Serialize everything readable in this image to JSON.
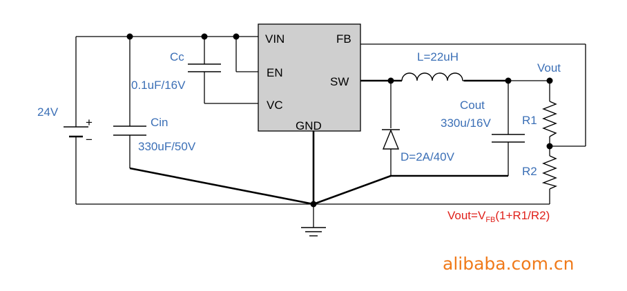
{
  "ic": {
    "pins": {
      "vin": "VIN",
      "en": "EN",
      "vc": "VC",
      "fb": "FB",
      "sw": "SW",
      "gnd": "GND"
    },
    "fill": "#cfcfcf"
  },
  "components": {
    "source": {
      "voltage": "24V",
      "plus": "+",
      "minus": "−"
    },
    "cin": {
      "name": "Cin",
      "value": "330uF/50V"
    },
    "cc": {
      "name": "Cc",
      "value": "0.1uF/16V"
    },
    "inductor": {
      "label": "L=22uH"
    },
    "cout": {
      "name": "Cout",
      "value": "330u/16V"
    },
    "diode": {
      "label": "D=2A/40V"
    },
    "r1": {
      "name": "R1"
    },
    "r2": {
      "name": "R2"
    },
    "output": {
      "label": "Vout"
    }
  },
  "formula": {
    "lhs": "Vout=V",
    "sub": "FB",
    "rhs": "(1+R1/R2)"
  },
  "watermark": "alibaba.com.cn",
  "colors": {
    "label_blue": "#3b6fb6",
    "formula_red": "#e0201a",
    "watermark_orange": "#f07a1a",
    "wire": "#000000"
  }
}
